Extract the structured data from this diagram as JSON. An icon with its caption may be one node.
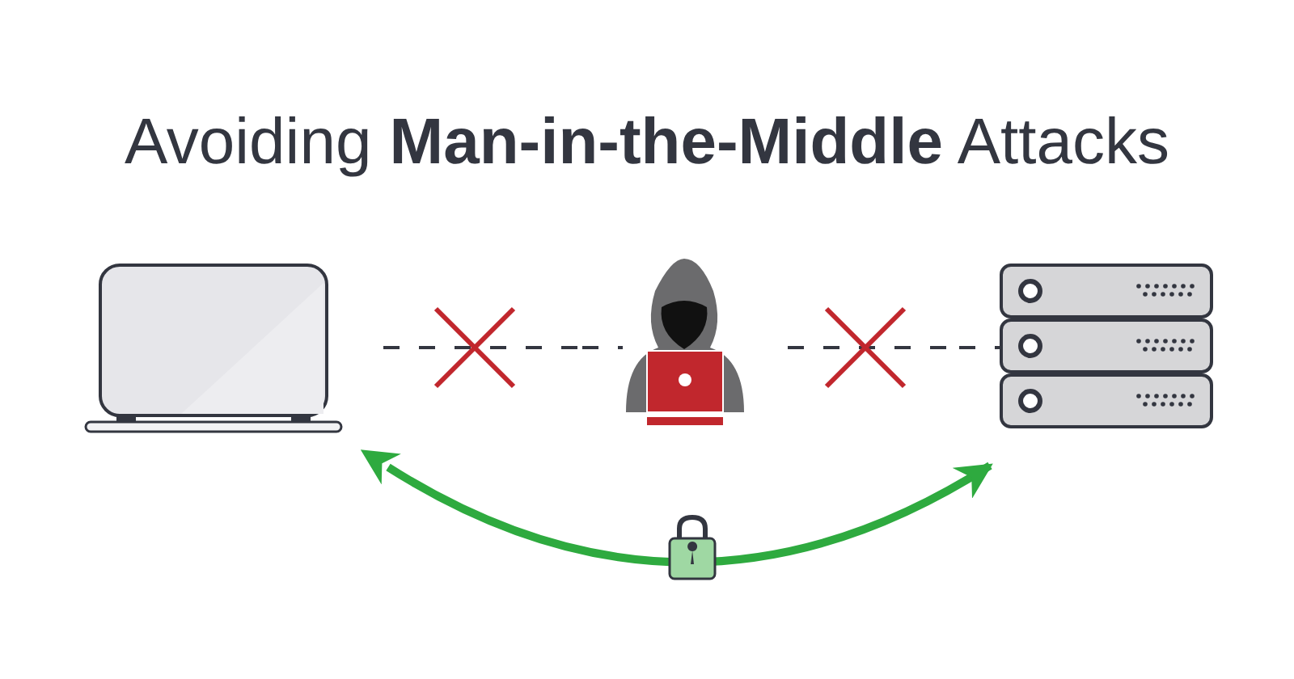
{
  "diagram": {
    "title": "Avoiding **Man-in-the-Middle** Attacks",
    "nodes": [
      {
        "text": [],
        "shape": "picture"
      },
      {
        "text": [],
        "shape": "picture"
      },
      {
        "text": [],
        "shape": "picture"
      }
    ],
    "edges": [
      {
        "from": 0,
        "to": 1,
        "arrow": "none",
        "style": "dashed"
      },
      {
        "from": 1,
        "to": 2,
        "arrow": "none",
        "style": "dashed"
      },
      {
        "from": 0,
        "to": 2,
        "arrow": "both",
        "style": "thick",
        "color": "#2eaa3f"
      }
    ]
  }
}
